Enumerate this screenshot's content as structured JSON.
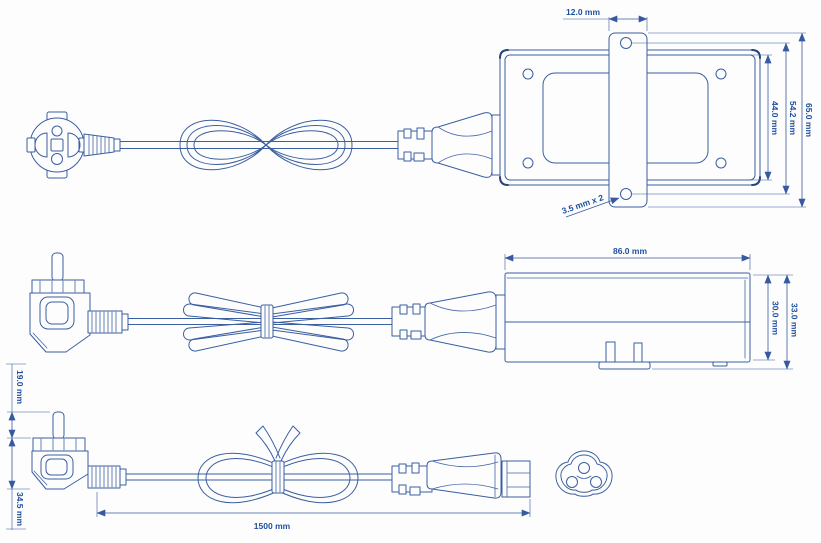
{
  "drawing_type": "power-adapter-technical-drawing",
  "colors": {
    "line": "#3a5fa0",
    "dimension_text": "#1d4f9e",
    "background": "#fdfdfe"
  },
  "dims": {
    "top": {
      "bracket_width": "12.0 mm",
      "inner_height": "44.0 mm",
      "hole_spacing": "54.2 mm",
      "overall_height": "65.0 mm",
      "hole_note": "3.5 mm x 2"
    },
    "side": {
      "body_length": "86.0 mm",
      "body_height": "30.0 mm",
      "overall_height": "33.0 mm"
    },
    "cable": {
      "pin_length": "19.0 mm",
      "plug_height": "34.5 mm",
      "cable_length": "1500 mm"
    }
  }
}
